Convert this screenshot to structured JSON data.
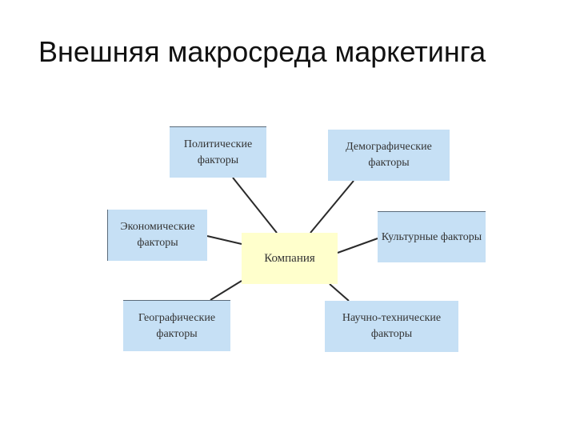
{
  "title": "Внешняя макросреда маркетинга",
  "center": "Компания",
  "factors": {
    "political": "Политические факторы",
    "demographic": "Демографические факторы",
    "economic": "Экономические факторы",
    "cultural": "Культурные факторы",
    "geographic": "Географические факторы",
    "scitech": "Научно-технические факторы"
  },
  "colors": {
    "factor_box": "#c6e0f5",
    "center_box": "#ffffcc",
    "connector": "#2a2a2a"
  }
}
